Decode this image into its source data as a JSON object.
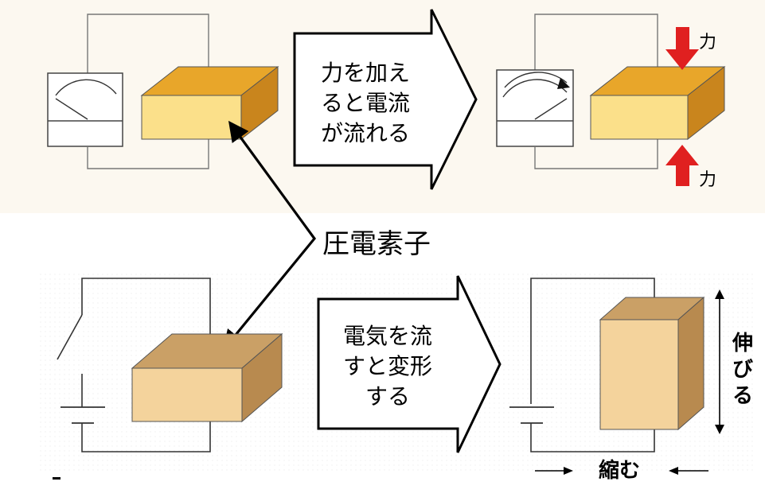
{
  "top_arrow_text": [
    "力を加え",
    "ると電流",
    "が流れる"
  ],
  "bottom_arrow_text": [
    "電気を流",
    "すと変形",
    "する"
  ],
  "center_label": "圧電素子",
  "force_labels": [
    "力",
    "力"
  ],
  "stretch_label": "伸びる",
  "shrink_label": "縮む",
  "colors": {
    "top_panel_bg": "#fcf8f0",
    "top_crystal_top": "#e8a62a",
    "top_crystal_front": "#fbe08a",
    "top_crystal_side": "#c9851d",
    "bottom_crystal_top": "#caa066",
    "bottom_crystal_front": "#f4d39c",
    "bottom_crystal_side": "#b88a4f",
    "force_arrow": "#e02020"
  }
}
